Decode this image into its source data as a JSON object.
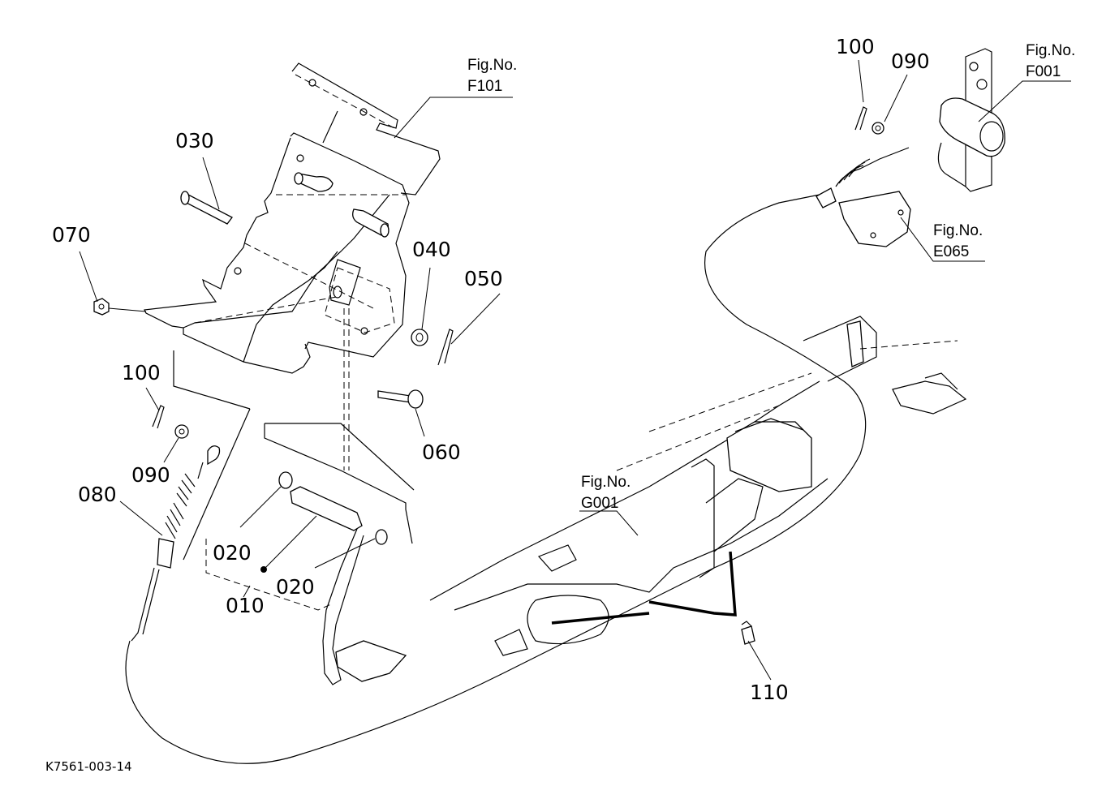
{
  "diagram": {
    "drawing_code": "K7561-003-14",
    "fig_refs": [
      {
        "prefix": "Fig.No.",
        "number": "F101"
      },
      {
        "prefix": "Fig.No.",
        "number": "F001"
      },
      {
        "prefix": "Fig.No.",
        "number": "E065"
      },
      {
        "prefix": "Fig.No.",
        "number": "G001"
      }
    ],
    "callouts": [
      {
        "id": "010"
      },
      {
        "id": "020"
      },
      {
        "id": "020"
      },
      {
        "id": "030"
      },
      {
        "id": "040"
      },
      {
        "id": "050"
      },
      {
        "id": "060"
      },
      {
        "id": "070"
      },
      {
        "id": "080"
      },
      {
        "id": "090"
      },
      {
        "id": "090"
      },
      {
        "id": "100"
      },
      {
        "id": "100"
      },
      {
        "id": "110"
      }
    ]
  }
}
